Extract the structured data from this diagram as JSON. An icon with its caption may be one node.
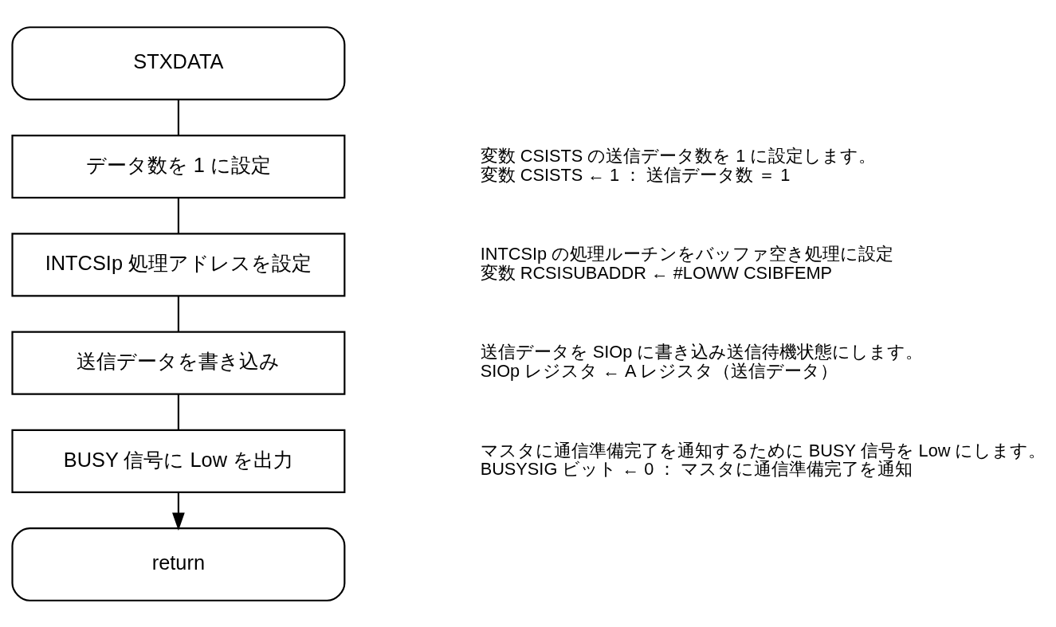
{
  "diagram": {
    "nodes": [
      {
        "text": [
          "STXDATA"
        ]
      },
      {
        "text": [
          "データ数を 1 に設定"
        ],
        "beside": [
          "変数 CSISTS の送信データ数を 1 に設定します。",
          "変数 CSISTS ← 1 ： 送信データ数 ＝ 1"
        ]
      },
      {
        "text": [
          "INTCSIp 処理アドレスを設定"
        ],
        "beside": [
          "INTCSIp の処理ルーチンをバッファ空き処理に設定",
          "変数 RCSISUBADDR ← #LOWW CSIBFEMP"
        ]
      },
      {
        "text": [
          "送信データを書き込み"
        ],
        "beside": [
          "送信データを SIOp に書き込み送信待機状態にします。",
          "SIOp レジスタ ← A レジスタ（送信データ）"
        ]
      },
      {
        "text": [
          "BUSY 信号に Low を出力"
        ],
        "beside": [
          "マスタに通信準備完了を通知するために BUSY 信号を Low にします。",
          "BUSYSIG ビット ← 0 ： マスタに通信準備完了を通知"
        ]
      },
      {
        "text": [
          "return"
        ]
      }
    ],
    "edges": [
      {
        "from": 0,
        "to": 1,
        "arrow": "none"
      },
      {
        "from": 1,
        "to": 2,
        "arrow": "none"
      },
      {
        "from": 2,
        "to": 3,
        "arrow": "none"
      },
      {
        "from": 3,
        "to": 4,
        "arrow": "none"
      },
      {
        "from": 4,
        "to": 5,
        "arrow": "to"
      }
    ]
  }
}
